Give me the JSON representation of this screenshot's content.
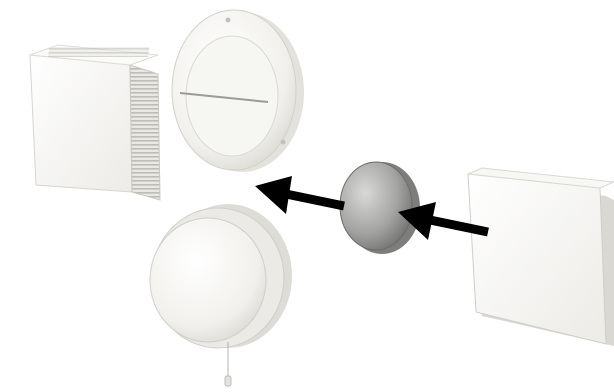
{
  "scene": {
    "background_color": "#ffffff",
    "objects": [
      {
        "id": "louvered-wall-cover",
        "kind": "square vent cover with side louvers",
        "color": "#f2f2ef"
      },
      {
        "id": "round-diffuser-with-slot",
        "kind": "round vent plate with horizontal slot",
        "color": "#f4f4f2"
      },
      {
        "id": "round-diffuser-with-pull-cord",
        "kind": "round vent cover with pull cord",
        "color": "#f3f3f1"
      },
      {
        "id": "gray-disc-insert",
        "kind": "gray disc insert",
        "color": "#9a9a98"
      },
      {
        "id": "flat-square-cover",
        "kind": "flat square cover plate",
        "color": "#f1f1ee"
      }
    ],
    "arrows": [
      {
        "id": "arrow-square-to-disc",
        "color": "#000000"
      },
      {
        "id": "arrow-disc-to-round",
        "color": "#000000"
      }
    ]
  }
}
